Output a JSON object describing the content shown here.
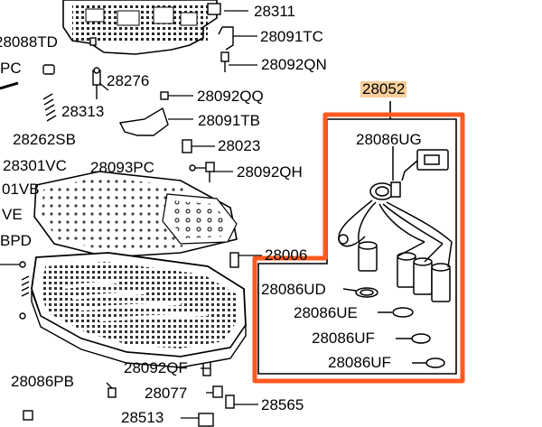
{
  "diagram": {
    "labels": {
      "p28311": "28311",
      "p28088TD": "28088TD",
      "p28091TC": "28091TC",
      "pPC": "PC",
      "p28092QN": "28092QN",
      "p28276": "28276",
      "p28092QQ": "28092QQ",
      "p28313": "28313",
      "p28091TB": "28091TB",
      "p28262SB": "28262SB",
      "p28023": "28023",
      "p28301VC": "28301VC",
      "p28093PC": "28093PC",
      "p28092QH": "28092QH",
      "p01VB": "01VB",
      "pVE": "VE",
      "pBPD": "BPD",
      "p28006": "28006",
      "p28052": "28052",
      "p28086UG": "28086UG",
      "p28086UD": "28086UD",
      "p28086UE": "28086UE",
      "p28086UF_a": "28086UF",
      "p28086UF_b": "28086UF",
      "p28092QF": "28092QF",
      "p28086PB": "28086PB",
      "p28077": "28077",
      "p28565": "28565",
      "p28513": "28513"
    },
    "colors": {
      "highlight_box": "#ff5a1f",
      "highlight_label_bg": "#f7ce9a",
      "line": "#000000"
    }
  }
}
